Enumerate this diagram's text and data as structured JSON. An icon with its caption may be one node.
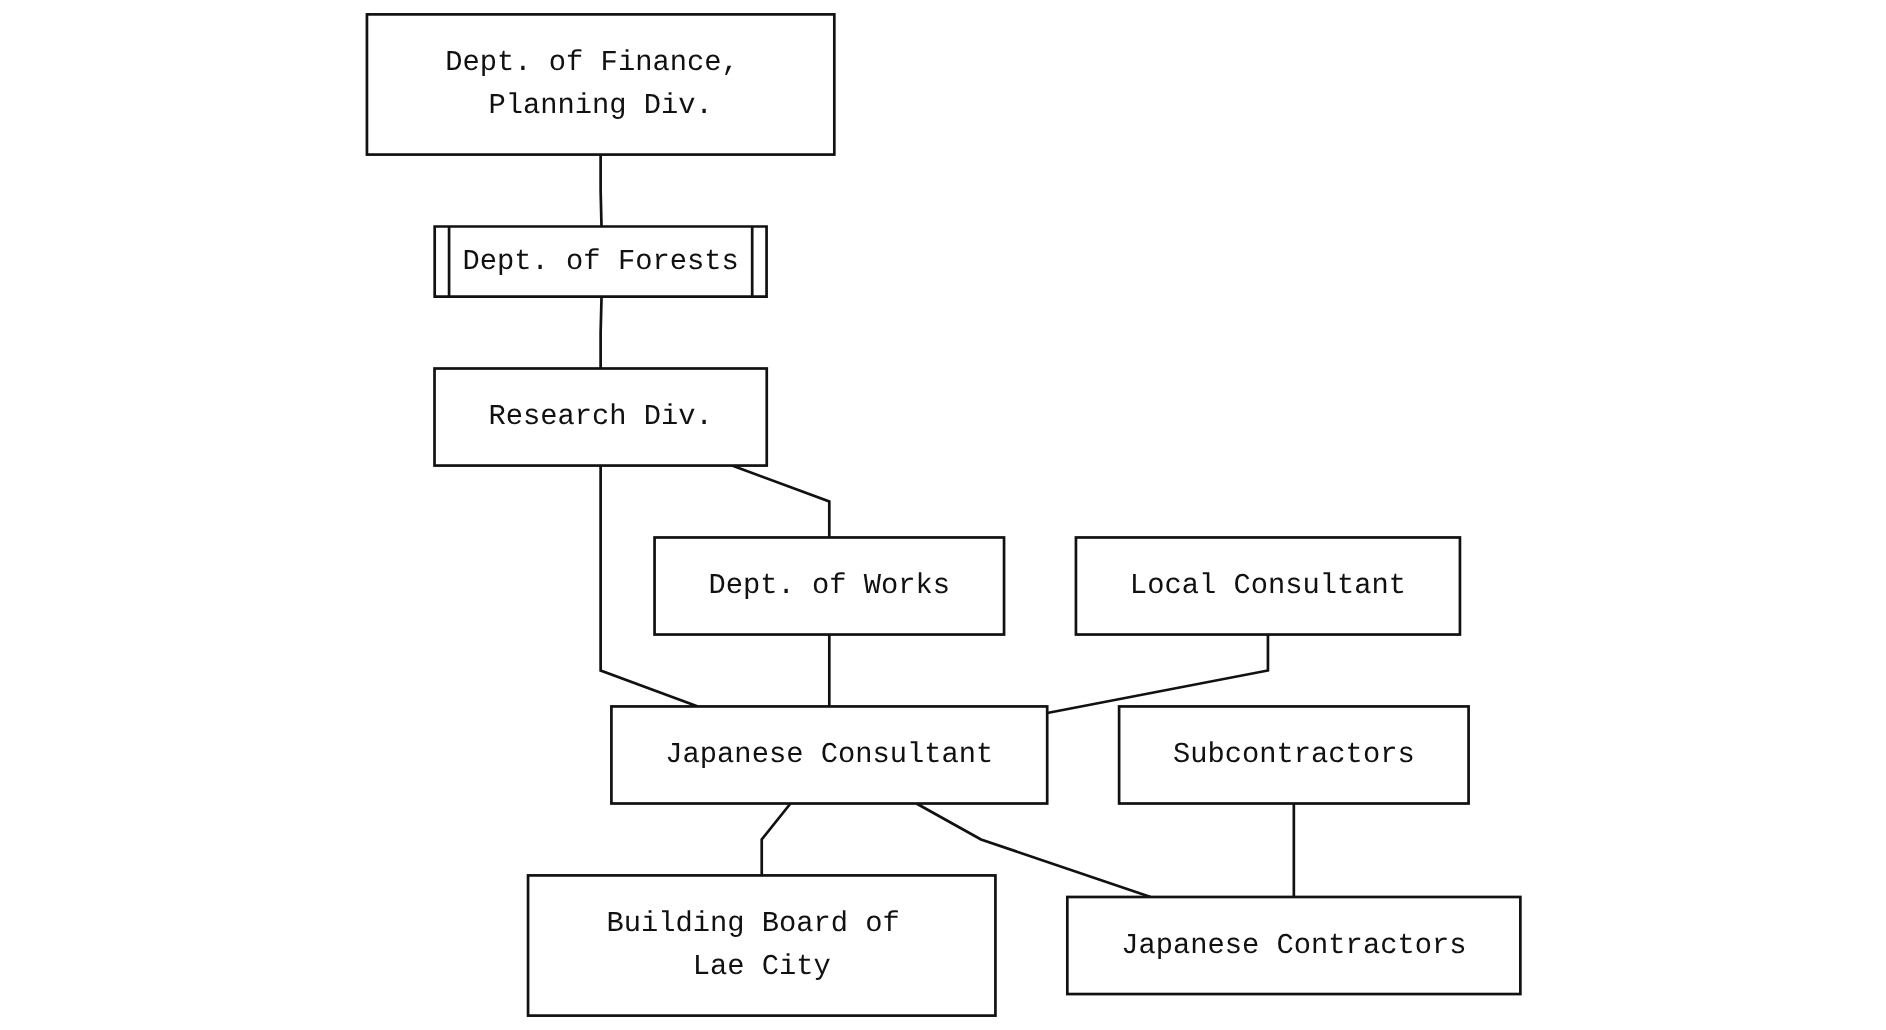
{
  "diagram": {
    "nodes": [
      {
        "text": [
          "Dept. of Finance, Planning Div."
        ]
      },
      {
        "text": [
          "Dept. of Forests"
        ]
      },
      {
        "text": [
          "Research Div."
        ]
      },
      {
        "text": [
          "Dept. of Works"
        ]
      },
      {
        "text": [
          "Local Consultant"
        ]
      },
      {
        "text": [
          "Japanese Consultant"
        ]
      },
      {
        "text": [
          "Building Board of Lae City"
        ]
      },
      {
        "text": [
          "Subcontractors"
        ]
      },
      {
        "text": [
          "Japanese Contractors"
        ]
      }
    ],
    "edges": [
      {
        "from": 0,
        "to": 1,
        "arrow": "none"
      },
      {
        "from": 1,
        "to": 2,
        "arrow": "none"
      },
      {
        "from": 2,
        "to": 3,
        "arrow": "none"
      },
      {
        "from": 2,
        "to": 5,
        "arrow": "none"
      },
      {
        "from": 3,
        "to": 5,
        "arrow": "none"
      },
      {
        "from": 4,
        "to": 5,
        "arrow": "none"
      },
      {
        "from": 5,
        "to": 6,
        "arrow": "none"
      },
      {
        "from": 5,
        "to": 8,
        "arrow": "none"
      },
      {
        "from": 7,
        "to": 8,
        "arrow": "none"
      }
    ]
  }
}
